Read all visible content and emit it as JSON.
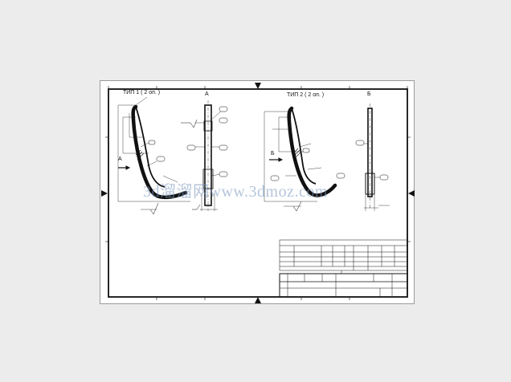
{
  "drawing": {
    "type1_label": "ТИП 1 ( 2 оп. )",
    "type2_label": "ТИП 2 ( 2 оп. )",
    "view_a_label": "А",
    "view_b_label": "Б",
    "arrow_a_label": "А",
    "arrow_b_label": "Б"
  },
  "watermark": {
    "text": "3d溜溜网www.3dmoz.com"
  },
  "colors": {
    "line": "#111111",
    "sheet": "#ffffff",
    "background": "#ececec",
    "watermark": "#7896be"
  }
}
